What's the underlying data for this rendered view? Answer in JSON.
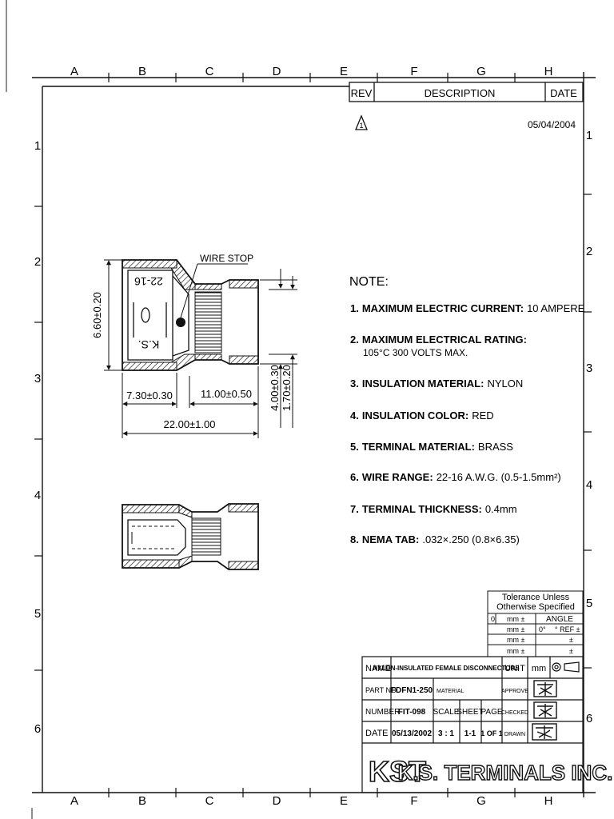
{
  "columns": [
    "A",
    "B",
    "C",
    "D",
    "E",
    "F",
    "G",
    "H"
  ],
  "rows": [
    "1",
    "2",
    "3",
    "4",
    "5",
    "6"
  ],
  "revision": {
    "rev_header": "REV",
    "desc_header": "DESCRIPTION",
    "date_header": "DATE",
    "mark": "1",
    "date": "05/04/2004"
  },
  "drawing": {
    "wire_stop": "WIRE STOP",
    "marking_top": "22-16",
    "marking_bottom": "K.S.",
    "dim_height": "6.60±0.20",
    "dim_sleeve": "7.30±0.30",
    "dim_barrel": "11.00±0.50",
    "dim_total": "22.00±1.00",
    "dim_barrel_od": "4.00±0.30",
    "dim_barrel_id": "1.70±0.20"
  },
  "notes": {
    "title": "NOTE:",
    "items": [
      {
        "num": "1.",
        "label": "MAXIMUM ELECTRIC CURRENT:",
        "value": "10 AMPERE",
        "value2": ""
      },
      {
        "num": "2.",
        "label": "MAXIMUM ELECTRICAL RATING:",
        "value": "",
        "value2": "105°C 300 VOLTS MAX."
      },
      {
        "num": "3.",
        "label": "INSULATION MATERIAL:",
        "value": "NYLON",
        "value2": ""
      },
      {
        "num": "4.",
        "label": "INSULATION COLOR:",
        "value": "RED",
        "value2": ""
      },
      {
        "num": "5.",
        "label": "TERMINAL MATERIAL:",
        "value": "BRASS",
        "value2": ""
      },
      {
        "num": "6.",
        "label": "WIRE RANGE:",
        "value": "22-16 A.W.G. (0.5-1.5mm²)",
        "value2": ""
      },
      {
        "num": "7.",
        "label": "TERMINAL THICKNESS:",
        "value": "0.4mm",
        "value2": ""
      },
      {
        "num": "8.",
        "label": "NEMA TAB:",
        "value": ".032×.250 (0.8×6.35)",
        "value2": ""
      }
    ]
  },
  "tolerance": {
    "title1": "Tolerance Unless",
    "title2": "Otherwise Specified",
    "angle": "ANGLE",
    "mm": "mm ±",
    "ref": "° REF ±",
    "pm": "±",
    "zero": "0",
    "zero_deg": "0°"
  },
  "title_block": {
    "name_label": "NAME",
    "name_value": "NYLON-INSULATED FEMALE DISCONNECTORS",
    "unit_label": "UNIT",
    "unit_value": "mm",
    "part_label": "PART NO.",
    "part_value": "FDFN1-250",
    "material_label": "MATERIAL",
    "approve_label": "APPROVE",
    "number_label": "NUMBER",
    "number_value": "FIT-098",
    "scale_label": "SCALE",
    "sheet_label": "SHEET",
    "page_label": "PAGE",
    "checked_label": "CHECKED",
    "date_label": "DATE",
    "date_value": "05/13/2002",
    "scale_value": "3 : 1",
    "sheet_value": "1-1",
    "page_value": "1 OF 1",
    "drawn_label": "DRAWN",
    "logo": "KST",
    "company": "K.S. TERMINALS INC."
  }
}
